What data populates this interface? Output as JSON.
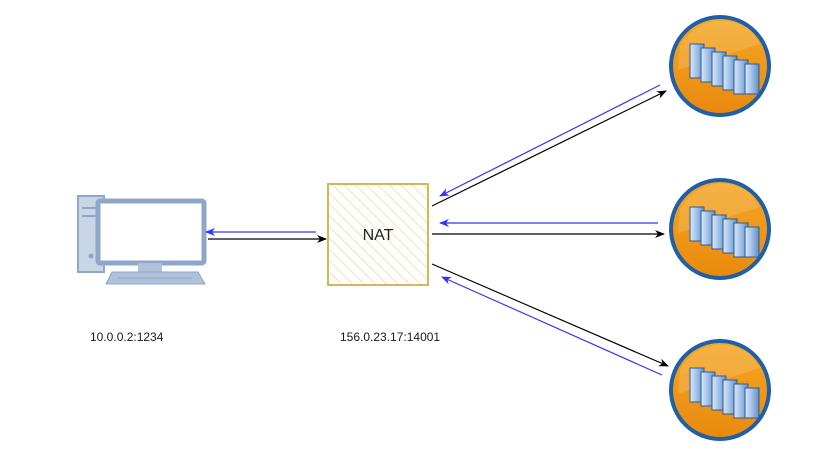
{
  "nodes": {
    "client": {
      "address": "10.0.0.2:1234"
    },
    "nat": {
      "label": "NAT",
      "address": "156.0.23.17:14001"
    },
    "servers": [
      {
        "icon": "server-farm-icon"
      },
      {
        "icon": "server-farm-icon"
      },
      {
        "icon": "server-farm-icon"
      }
    ]
  },
  "colors": {
    "request_arrow": "#000000",
    "response_arrow": "#3333ff",
    "nat_border": "#d6b656",
    "nat_fill": "#fff2cc",
    "server_orange": "#f08c12",
    "server_blue": "#1e5fa8",
    "monitor_frame": "#8ea7c8"
  }
}
